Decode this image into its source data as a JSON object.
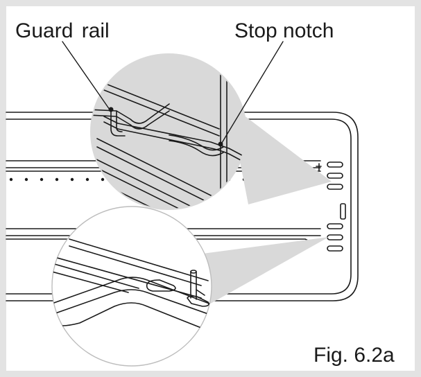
{
  "labels": {
    "guard_rail": "Guard rail",
    "stop_notch": "Stop notch",
    "figure": "Fig. 6.2a"
  },
  "colors": {
    "line": "#1a1a1a",
    "magnifier_fill": "#d9d9d9",
    "frame": "#e3e3e3",
    "background": "#ffffff"
  }
}
